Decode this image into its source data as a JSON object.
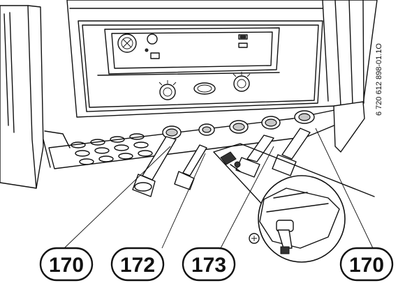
{
  "drawing_code": "6 720 612 898-01.1O",
  "callouts": [
    {
      "label": "170"
    },
    {
      "label": "172"
    },
    {
      "label": "173"
    },
    {
      "label": "170"
    }
  ],
  "panel": {
    "display_right_labels": [
      "",
      ""
    ]
  }
}
